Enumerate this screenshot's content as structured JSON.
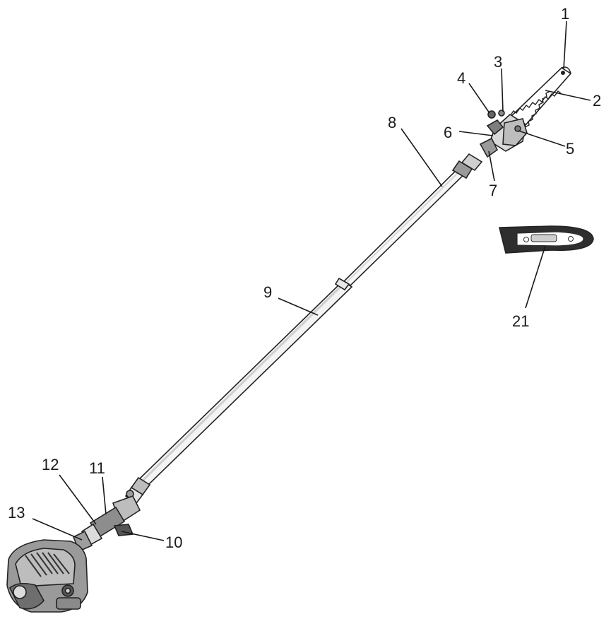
{
  "callouts": {
    "c1": "1",
    "c2": "2",
    "c3": "3",
    "c4": "4",
    "c5": "5",
    "c6": "6",
    "c7": "7",
    "c8": "8",
    "c9": "9",
    "c10": "10",
    "c11": "11",
    "c12": "12",
    "c13": "13",
    "c21": "21"
  }
}
